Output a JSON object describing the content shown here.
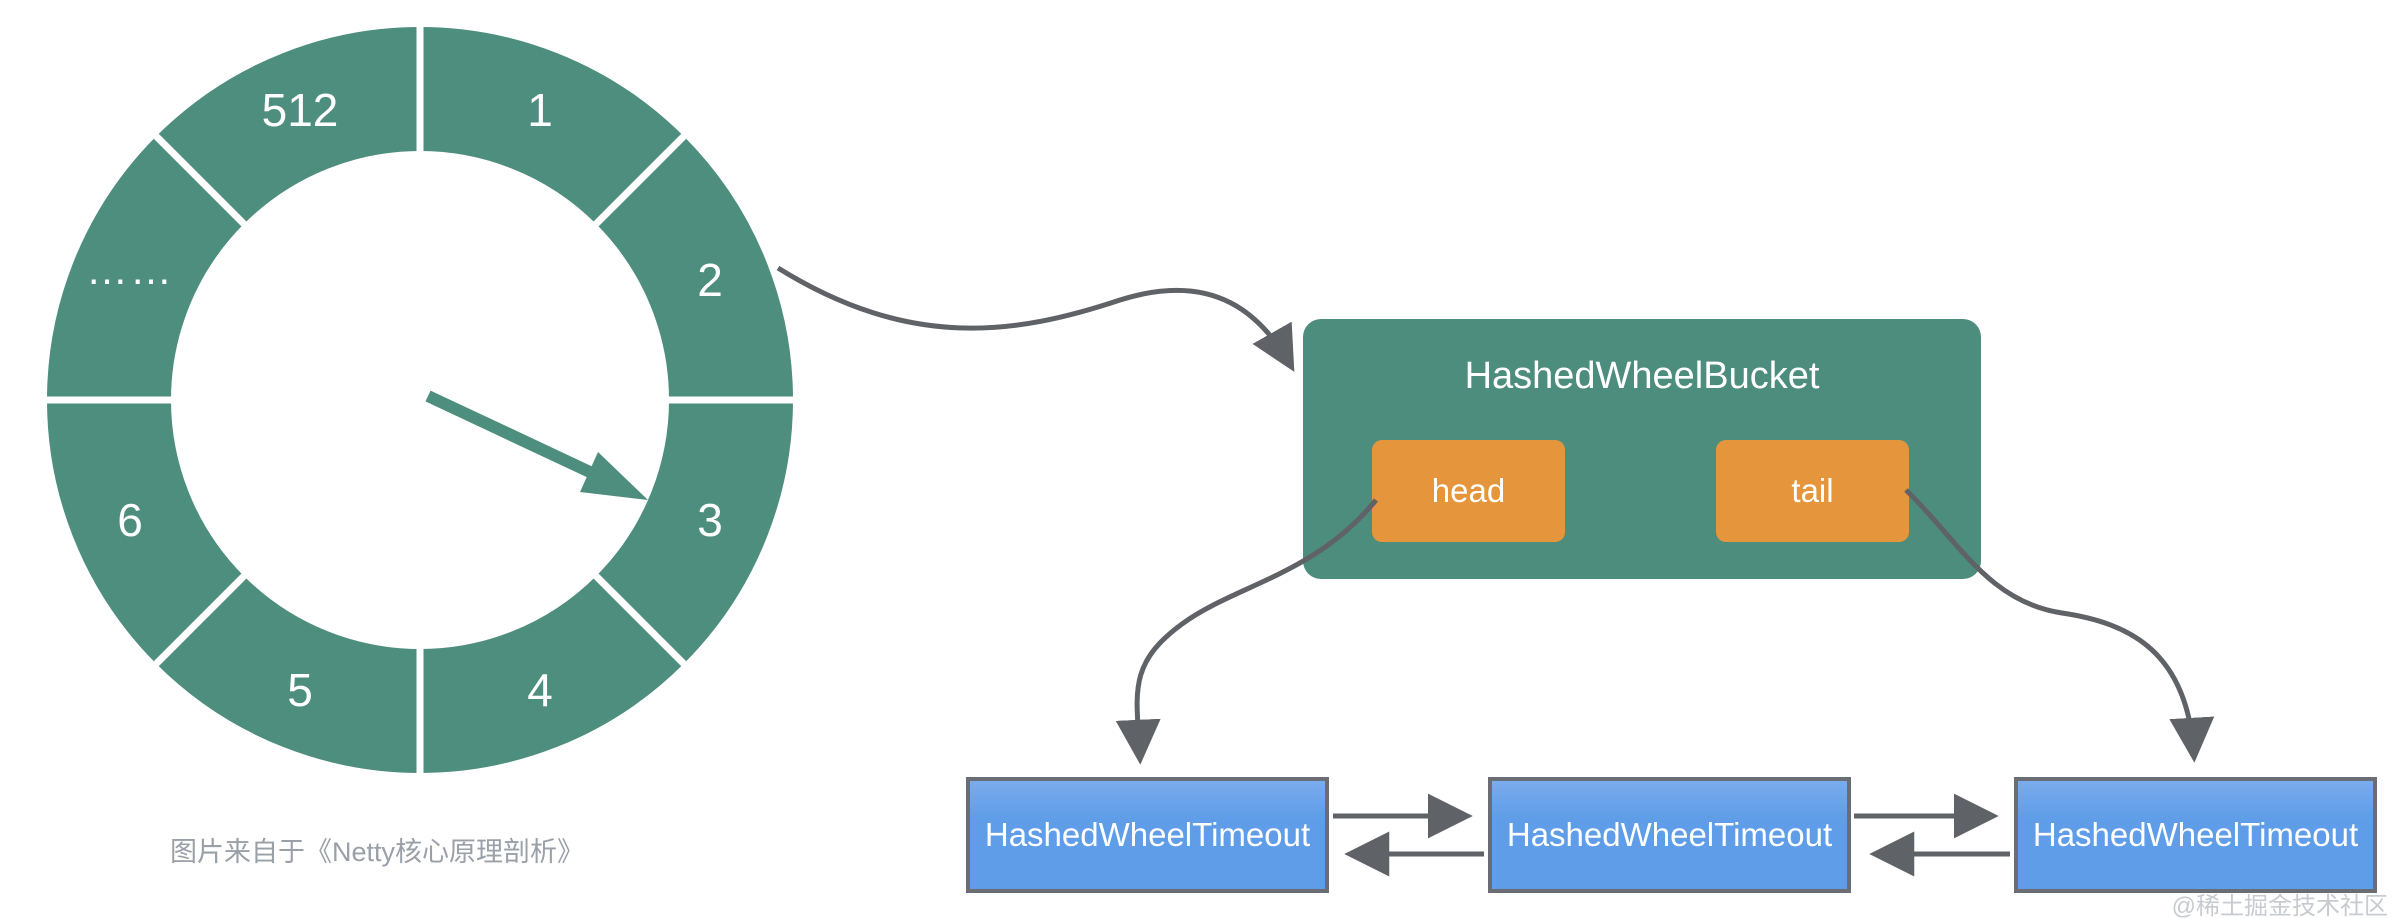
{
  "wheel": {
    "segment_labels": [
      "1",
      "2",
      "3",
      "4",
      "5",
      "6",
      "……",
      "512"
    ],
    "pointer_points_to": "3"
  },
  "bucket": {
    "title": "HashedWheelBucket",
    "head_label": "head",
    "tail_label": "tail"
  },
  "timeouts": {
    "labels": [
      "HashedWheelTimeout",
      "HashedWheelTimeout",
      "HashedWheelTimeout"
    ]
  },
  "caption": "图片来自于《Netty核心原理剖析》",
  "watermark": "@稀土掘金技术社区",
  "colors": {
    "wheel_teal": "#4E8E7E",
    "bucket_teal": "#4D8D7D",
    "pin_orange": "#E5953C",
    "node_blue": "#5F9DE8",
    "node_border_gray": "#6A6E74",
    "connector_gray": "#5F6266",
    "caption_gray": "#9AA0A7",
    "watermark_gray": "#C7CBD0"
  }
}
